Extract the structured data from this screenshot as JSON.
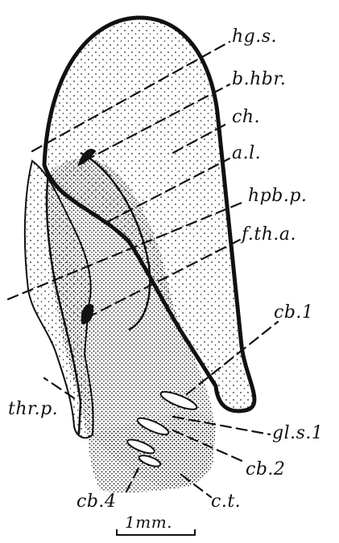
{
  "labels": {
    "hg_s": "hg.s.",
    "b_hbr": "b.hbr.",
    "ch": "ch.",
    "a_l": "a.l.",
    "hpb_p": "hpb.p.",
    "f_th_a": "f.th.a.",
    "cb_1": "cb.1",
    "thr_p": "thr.p.",
    "gl_s_1": "gl.s.1",
    "cb_2": "cb.2",
    "cb_4": "cb.4",
    "c_t": "c.t."
  },
  "scale_bar": {
    "label": "1mm."
  }
}
